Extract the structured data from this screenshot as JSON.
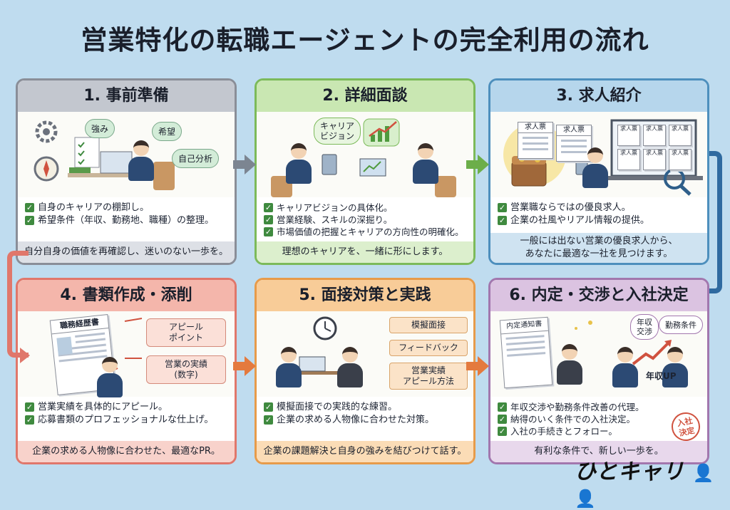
{
  "title": "営業特化の転職エージェントの完全利用の流れ",
  "steps": [
    {
      "heading": "1. 事前準備",
      "bubbles": [
        "強み",
        "希望",
        "自己分析"
      ],
      "checks": [
        "自身のキャリアの棚卸し。",
        "希望条件（年収、勤務地、職種）の整理。"
      ],
      "footer": "自分自身の価値を再確認し、迷いのない一歩を。"
    },
    {
      "heading": "2. 詳細面談",
      "bubbles": [
        "キャリア\nビジョン"
      ],
      "checks": [
        "キャリアビジョンの具体化。",
        "営業経験、スキルの深掘り。",
        "市場価値の把握とキャリアの方向性の明確化。"
      ],
      "footer": "理想のキャリアを、一緒に形にします。"
    },
    {
      "heading": "3. 求人紹介",
      "doc_labels": [
        "求人票",
        "求人票"
      ],
      "screen_labels": [
        "求人票",
        "求人票",
        "求人票",
        "求人票",
        "求人票",
        "求人票"
      ],
      "checks": [
        "営業職ならではの優良求人。",
        "企業の社風やリアル情報の提供。"
      ],
      "footer_lines": [
        "一般には出ない営業の優良求人から、",
        "あなたに最適な一社を見つけます。"
      ]
    },
    {
      "heading": "4. 書類作成・添削",
      "doc_label": "職務経歴書",
      "tags": [
        "アピール\nポイント",
        "営業の実績\n(数字)"
      ],
      "checks": [
        "営業実績を具体的にアピール。",
        "応募書類のプロフェッショナルな仕上げ。"
      ],
      "footer": "企業の求める人物像に合わせた、最適なPR。"
    },
    {
      "heading": "5. 面接対策と実践",
      "tags": [
        "模擬面接",
        "フィードバック",
        "営業実績\nアピール方法"
      ],
      "checks": [
        "模擬面接での実践的な練習。",
        "企業の求める人物像に合わせた対策。"
      ],
      "footer": "企業の課題解決と自身の強みを結びつけて話す。"
    },
    {
      "heading": "6. 内定・交渉と入社決定",
      "doc_label": "内定通知書",
      "bubbles": [
        "年収\n交渉",
        "勤務条件"
      ],
      "chart_label": "年収UP",
      "stamp": "入社\n決定",
      "checks": [
        "年収交渉や勤務条件改善の代理。",
        "納得のいく条件での入社決定。",
        "入社の手続きとフォロー。"
      ],
      "footer": "有利な条件で、新しい一歩を。"
    }
  ],
  "logo": "ひとキャリ",
  "colors": {
    "background": "#bfdcef",
    "step1": "#8a8e98",
    "step2": "#7cba5a",
    "step3": "#4d8fbd",
    "step4": "#e0776b",
    "step5": "#e79b4a",
    "step6": "#a277ae"
  }
}
